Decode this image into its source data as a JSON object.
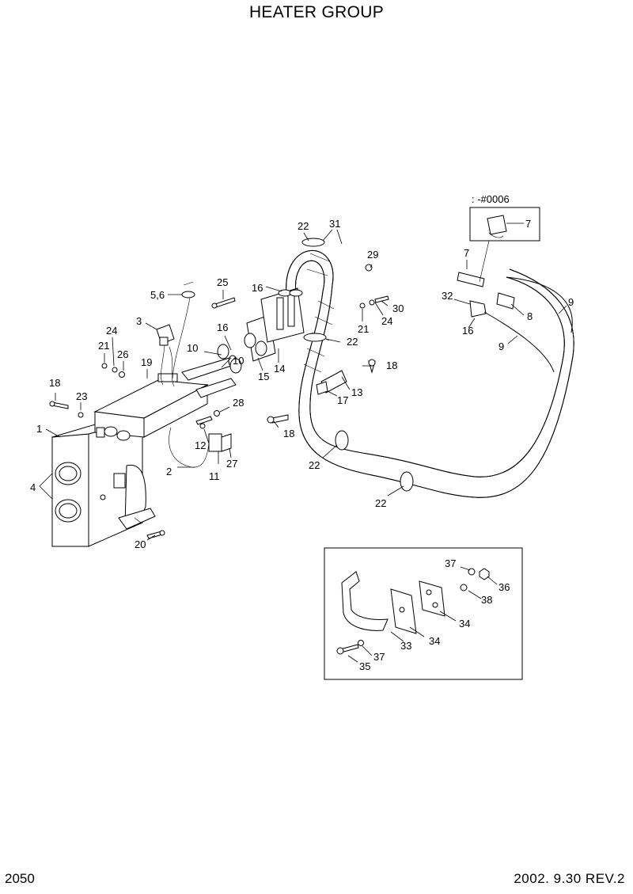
{
  "header": {
    "title": "HEATER GROUP"
  },
  "footer": {
    "page_number": "2050",
    "revision": "2002.  9.30  REV.2"
  },
  "serial_note": ": -#0006",
  "callouts": {
    "c1": "1",
    "c2": "2",
    "c3": "3",
    "c4": "4",
    "c56": "5,6",
    "c7a": "7",
    "c7b": "7",
    "c8": "8",
    "c9a": "9",
    "c9b": "9",
    "c10a": "10",
    "c10b": "10",
    "c11": "11",
    "c12": "12",
    "c13": "13",
    "c14": "14",
    "c15": "15",
    "c16a": "16",
    "c16b": "16",
    "c16c": "16",
    "c17": "17",
    "c18a": "18",
    "c18b": "18",
    "c18c": "18",
    "c19": "19",
    "c20": "20",
    "c21a": "21",
    "c21b": "21",
    "c22a": "22",
    "c22b": "22",
    "c22c": "22",
    "c22d": "22",
    "c23": "23",
    "c24a": "24",
    "c24b": "24",
    "c25": "25",
    "c26": "26",
    "c27": "27",
    "c28": "28",
    "c29": "29",
    "c30": "30",
    "c31": "31",
    "c32": "32",
    "c33": "33",
    "c34a": "34",
    "c34b": "34",
    "c35": "35",
    "c36": "36",
    "c37a": "37",
    "c37b": "37",
    "c38": "38"
  }
}
